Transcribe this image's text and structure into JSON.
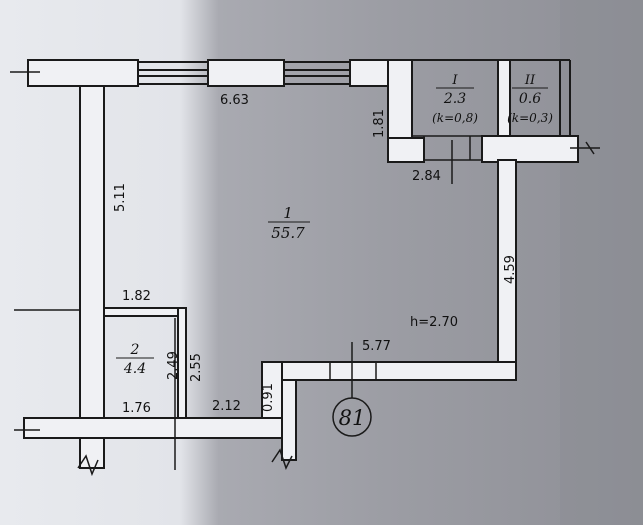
{
  "plan": {
    "rooms": [
      {
        "number": "1",
        "area": "55.7"
      },
      {
        "number": "2",
        "area": "4.4"
      },
      {
        "number": "I",
        "area": "2.3",
        "coef": "(k=0,8)"
      },
      {
        "number": "II",
        "area": "0.6",
        "coef": "(k=0,3)"
      }
    ],
    "dimensions": {
      "top_wall": "6.63",
      "left_wall": "5.11",
      "niche_depth": "1.81",
      "niche_width": "2.84",
      "right_wall": "4.59",
      "bottom_wall": "5.77",
      "room2_top": "1.82",
      "room2_bottom": "1.76",
      "room2_height": "2.49",
      "room2_outer_height": "2.55",
      "corridor_width": "2.12",
      "step_height": "0.91"
    },
    "height_label": "h=2.70",
    "apartment_number": "81"
  },
  "colors": {
    "wall_fill": "#f2f2f4",
    "line": "#1a1a1a",
    "paper": "#eceef2",
    "shadow": "#8e8f96"
  }
}
